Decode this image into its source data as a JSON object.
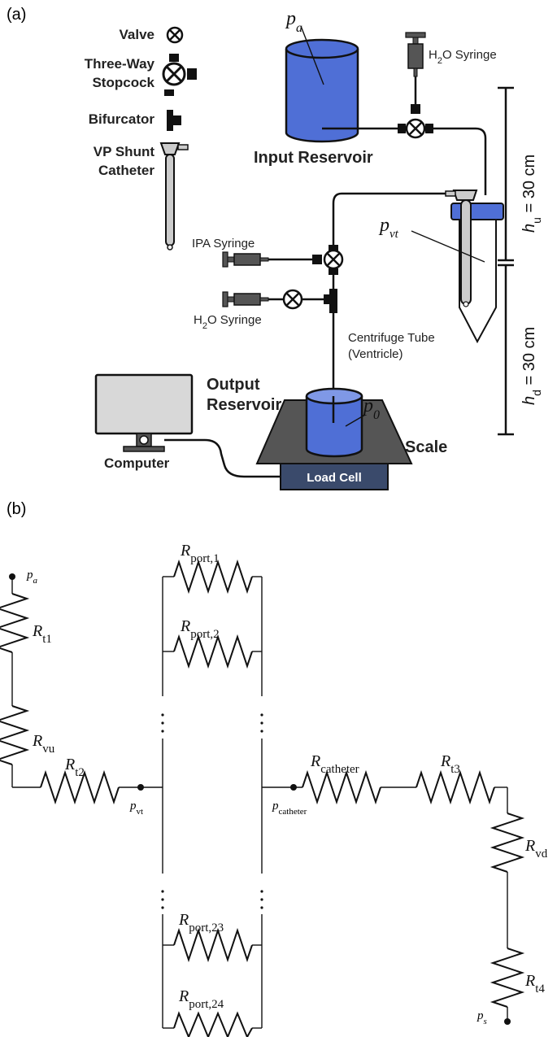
{
  "panel_a": {
    "label": "(a)",
    "legend": {
      "valve": "Valve",
      "stopcock": [
        "Three-Way",
        "Stopcock"
      ],
      "bifurcator": "Bifurcator",
      "catheter": [
        "VP Shunt",
        "Catheter"
      ]
    },
    "input_reservoir": "Input Reservoir",
    "h2o_syringe": "H",
    "h2o_syringe_sub": "2",
    "h2o_syringe_rest": "O Syringe",
    "ipa_syringe": "IPA Syringe",
    "pa": "p",
    "pa_sub": "a",
    "pvt": "p",
    "pvt_sub": "vt",
    "p0": "p",
    "p0_sub": "0",
    "centrifuge": [
      "Centrifuge Tube",
      "(Ventricle)"
    ],
    "output_reservoir": [
      "Output",
      "Reservoir"
    ],
    "scale": "Scale",
    "load_cell": "Load Cell",
    "computer": "Computer",
    "hu": "h",
    "hu_sub": "u",
    "hu_val": " = 30 cm",
    "hd": "h",
    "hd_sub": "d",
    "hd_val": " = 30 cm",
    "colors": {
      "blue": "#4f6fd6",
      "dark": "#3a4a6b",
      "gray": "#666666"
    }
  },
  "panel_b": {
    "label": "(b)",
    "nodes": {
      "pa": "p",
      "pa_sub": "a",
      "pvt": "p",
      "pvt_sub": "vt",
      "pcath": "p",
      "pcath_sub": "catheter",
      "ps": "p",
      "ps_sub": "s"
    },
    "resistors": {
      "port1": [
        "R",
        "port,1"
      ],
      "port2": [
        "R",
        "port,2"
      ],
      "port23": [
        "R",
        "port,23"
      ],
      "port24": [
        "R",
        "port,24"
      ],
      "t1": [
        "R",
        "t1"
      ],
      "vu": [
        "R",
        "vu"
      ],
      "t2": [
        "R",
        "t2"
      ],
      "catheter": [
        "R",
        "catheter"
      ],
      "t3": [
        "R",
        "t3"
      ],
      "vd": [
        "R",
        "vd"
      ],
      "t4": [
        "R",
        "t4"
      ]
    }
  }
}
